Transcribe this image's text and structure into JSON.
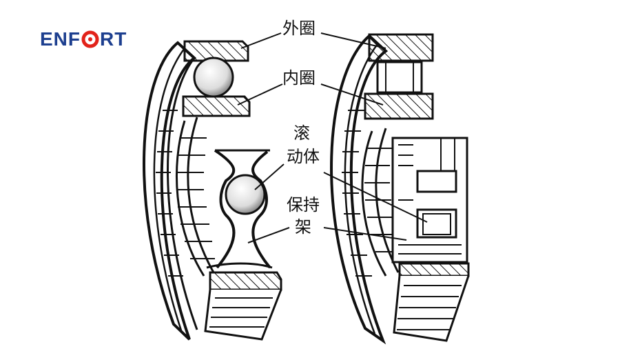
{
  "brand": {
    "name_left": "ENF",
    "name_right": "RT",
    "name_full": "ENFORT",
    "text_color": "#1d3f8f",
    "o_color": "#e2231a"
  },
  "labels": {
    "outer_ring": "外圈",
    "inner_ring": "内圈",
    "rolling_element_line1": "滚",
    "rolling_element_line2": "动体",
    "cage_line1": "保持",
    "cage_line2": "架"
  },
  "colors": {
    "ink": "#111111",
    "background": "#ffffff"
  }
}
